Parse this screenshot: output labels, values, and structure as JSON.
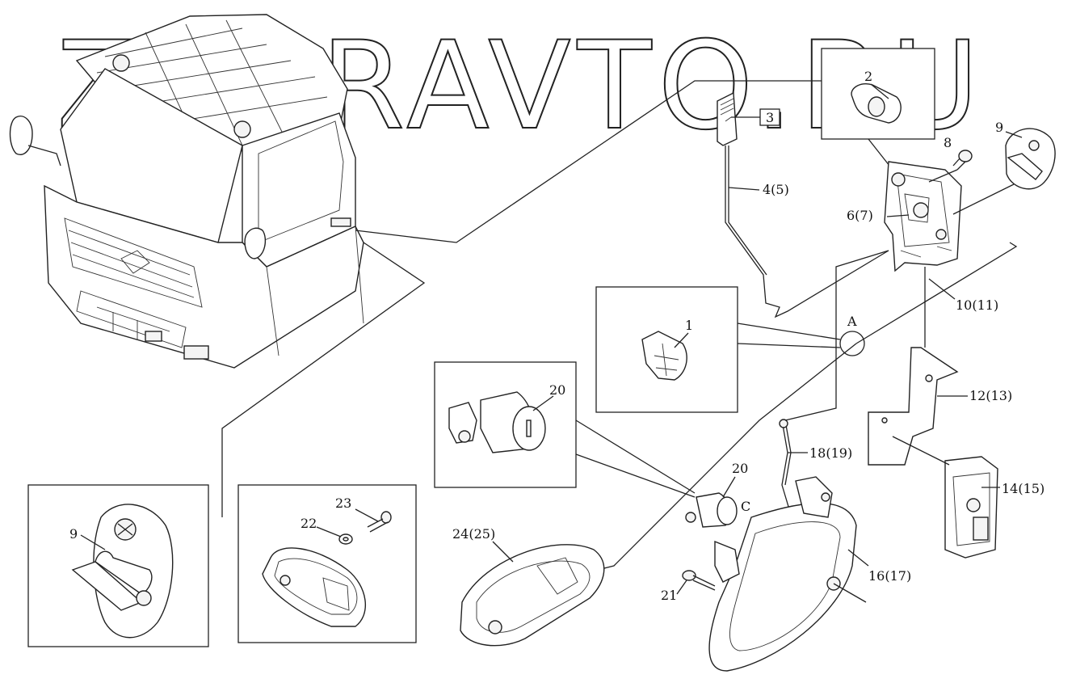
{
  "watermark": "ZUPRAVTO.RU",
  "callouts": {
    "p1": "1",
    "p2": "2",
    "p3": "3",
    "p4": "4(5)",
    "p6": "6(7)",
    "p8": "8",
    "p9a": "9",
    "p9b": "9",
    "p10": "10(11)",
    "p12": "12(13)",
    "p14": "14(15)",
    "p16": "16(17)",
    "p18": "18(19)",
    "p20a": "20",
    "p20b": "20",
    "p21": "21",
    "p22": "22",
    "p23": "23",
    "p24": "24(25)",
    "viewA": "A",
    "viewC": "C"
  }
}
